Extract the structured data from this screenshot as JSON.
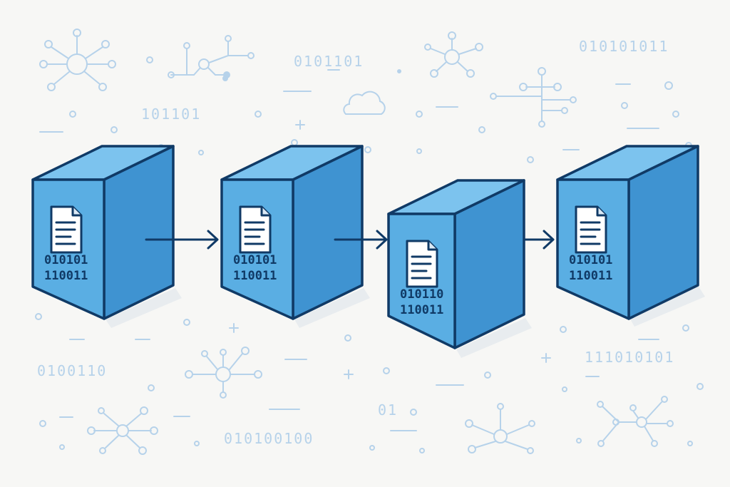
{
  "colors": {
    "background": "#f7f7f5",
    "cube_front": "#5aaee3",
    "cube_top": "#7cc3ee",
    "cube_side": "#3f93d1",
    "outline": "#103a66",
    "decoration": "#b6d2ea",
    "arrow": "#103a66"
  },
  "blocks": [
    {
      "line1": "010101",
      "line2": "110011",
      "icon": "document-icon"
    },
    {
      "line1": "010101",
      "line2": "110011",
      "icon": "document-icon"
    },
    {
      "line1": "010110",
      "line2": "110011",
      "icon": "document-icon"
    },
    {
      "line1": "010101",
      "line2": "110011",
      "icon": "document-icon"
    }
  ],
  "background_binary": [
    "0101101",
    "010101011",
    "101101",
    "0100110",
    "111010101",
    "01",
    "010100100"
  ]
}
